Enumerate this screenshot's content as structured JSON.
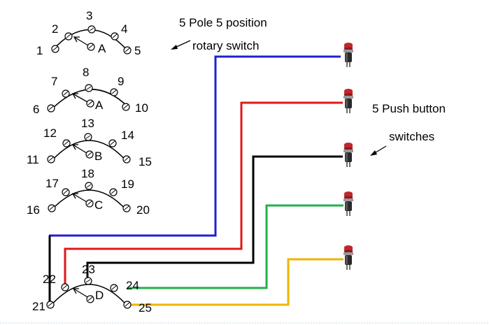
{
  "annotations": {
    "rotary_line1": "5 Pole 5 position",
    "rotary_line2": "rotary switch",
    "push_line1": "5 Push button",
    "push_line2": "switches"
  },
  "switches": [
    {
      "pole": "A",
      "terminals": [
        "1",
        "2",
        "3",
        "4",
        "5"
      ]
    },
    {
      "pole": "A",
      "terminals": [
        "6",
        "7",
        "8",
        "9",
        "10"
      ]
    },
    {
      "pole": "B",
      "terminals": [
        "11",
        "12",
        "13",
        "14",
        "15"
      ]
    },
    {
      "pole": "C",
      "terminals": [
        "16",
        "17",
        "18",
        "19",
        "20"
      ]
    },
    {
      "pole": "D",
      "terminals": [
        "21",
        "22",
        "23",
        "24",
        "25"
      ]
    }
  ],
  "wires": [
    {
      "color": "#1f1fd0"
    },
    {
      "color": "#e01818"
    },
    {
      "color": "#000000"
    },
    {
      "color": "#22b04a"
    },
    {
      "color": "#f0b400"
    }
  ],
  "colors": {
    "button_cap": "#c0272d",
    "button_body": "#2a2a2a"
  }
}
